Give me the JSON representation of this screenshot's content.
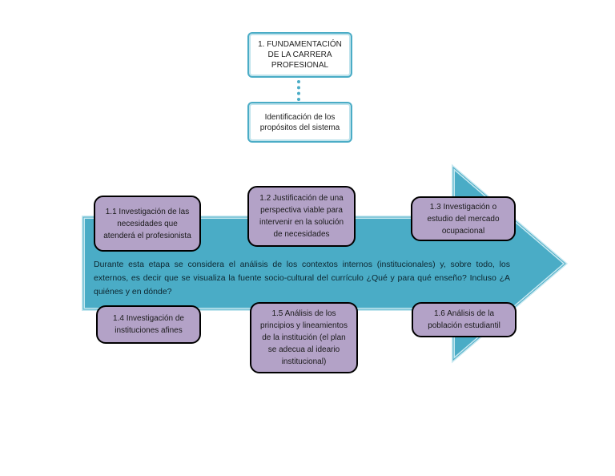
{
  "header": {
    "title_box": "1. FUNDAMENTACIÓN DE LA CARRERA PROFESIONAL",
    "subtitle_box": "Identificación de los propósitos del sistema"
  },
  "steps": {
    "s1_1": "1.1 Investigación de las necesidades que atenderá el profesionista",
    "s1_2": "1.2 Justificación de una perspectiva viable para intervenir en la solución de necesidades",
    "s1_3": "1.3 Investigación o estudio del mercado ocupacional",
    "s1_4": "1.4 Investigación de instituciones afines",
    "s1_5": "1.5 Análisis de los principios y lineamientos de la institución (el plan se adecua al ideario institucional)",
    "s1_6": "1.6 Análisis de la población estudiantil"
  },
  "description": "Durante esta etapa se considera el análisis de los contextos internos (institucionales) y, sobre todo, los externos, es decir que se visualiza la fuente socio-cultural del currículo ¿Qué y para qué enseño? Incluso ¿A quiénes y en dónde?",
  "colors": {
    "arrow_fill": "#4aacc6",
    "arrow_border": "#bfe3ec",
    "box_fill": "#b3a2c7"
  }
}
